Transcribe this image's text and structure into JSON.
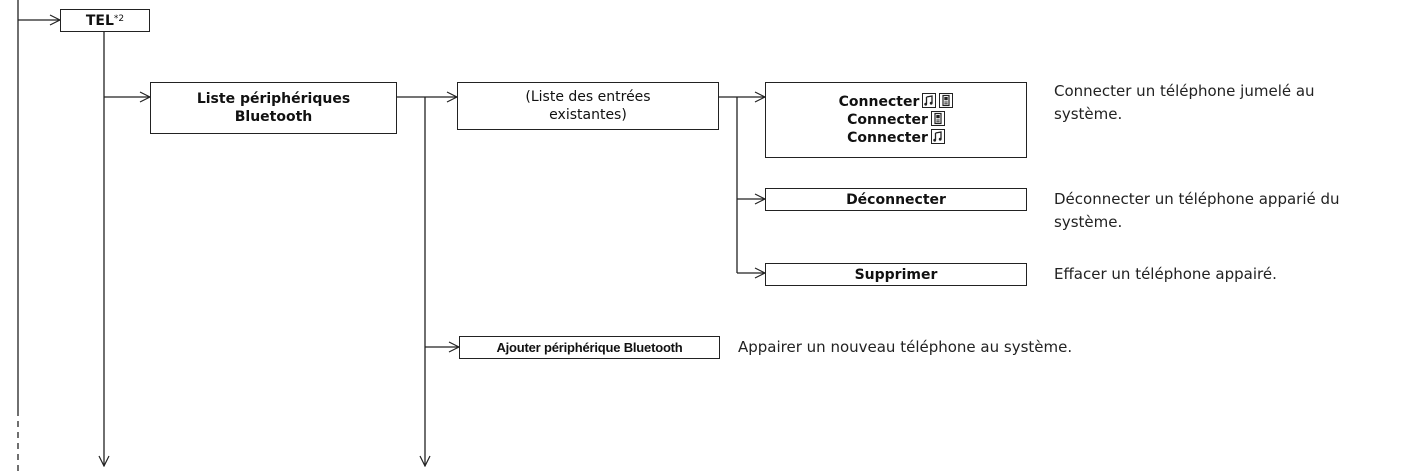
{
  "menu": {
    "tel": {
      "label": "TEL",
      "sup": "*2"
    },
    "device_list": {
      "line1": "Liste périphériques",
      "line2": "Bluetooth"
    },
    "existing_entries": {
      "line1": "(Liste des entrées",
      "line2": "existantes)"
    },
    "connect": {
      "label_both": "Connecter",
      "label_phone": "Connecter",
      "label_audio": "Connecter",
      "icons": [
        "music-note-icon",
        "phone-icon"
      ],
      "description": [
        "Connecter un téléphone jumelé au",
        "système."
      ]
    },
    "disconnect": {
      "label": "Déconnecter",
      "description": [
        "Déconnecter un téléphone apparié du",
        "système."
      ]
    },
    "delete": {
      "label": "Supprimer",
      "description": "Effacer un téléphone appairé."
    },
    "add_device": {
      "label": "Ajouter périphérique Bluetooth",
      "description": "Appairer un nouveau téléphone au système."
    }
  },
  "colors": {
    "line": "#222222",
    "box_border": "#222222",
    "text": "#1a1a1a"
  }
}
